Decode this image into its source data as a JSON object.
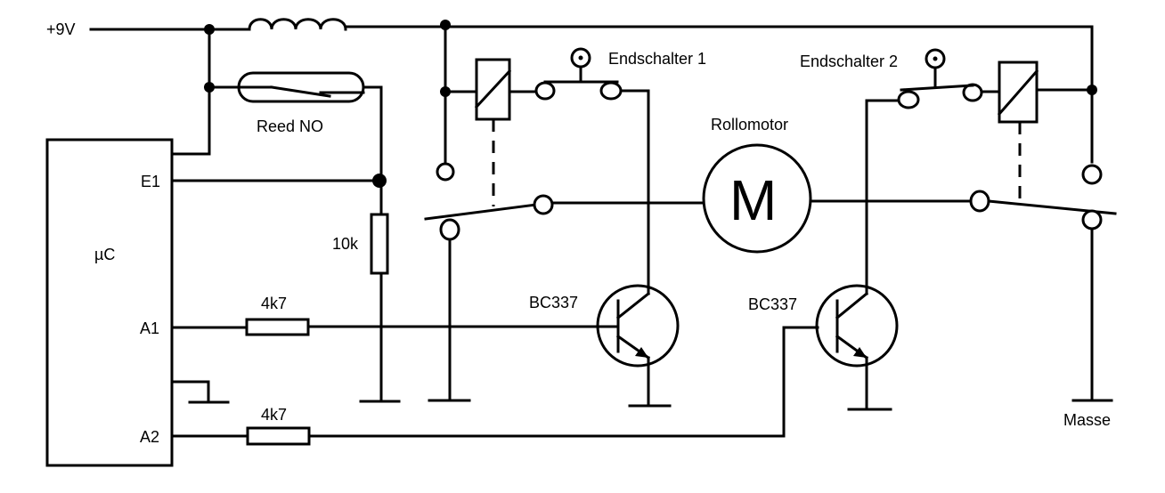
{
  "labels": {
    "supply": "+9V",
    "reed": "Reed  NO",
    "limit_switch_1": "Endschalter 1",
    "limit_switch_2": "Endschalter 2",
    "motor": "Rollomotor",
    "motor_symbol": "M",
    "mcu": "µC",
    "pin_e1": "E1",
    "pin_a1": "A1",
    "pin_a2": "A2",
    "resistor_pulldown": "10k",
    "resistor_base_1": "4k7",
    "resistor_base_2": "4k7",
    "transistor_1": "BC337",
    "transistor_2": "BC337",
    "ground": "Masse"
  }
}
